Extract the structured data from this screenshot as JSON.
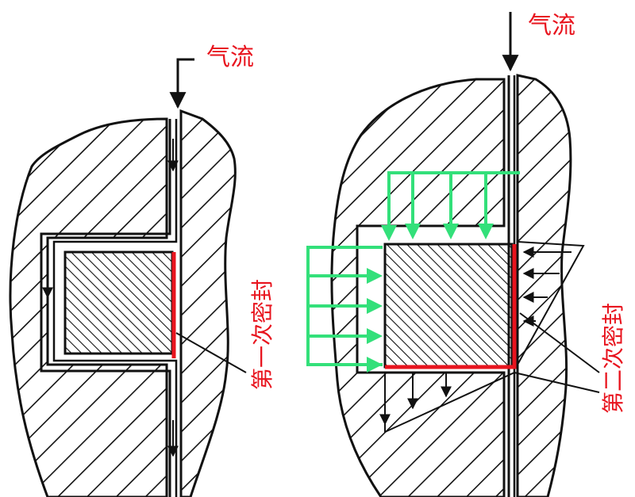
{
  "labels": {
    "left_airflow": "气流",
    "right_airflow": "气流",
    "first_seal": "第一次密封",
    "second_seal": "第二次密封"
  },
  "colors": {
    "outline": "#111111",
    "seal_line": "#e8141e",
    "pressure_arrow": "#33e07a",
    "label_text": "#e8141e"
  }
}
